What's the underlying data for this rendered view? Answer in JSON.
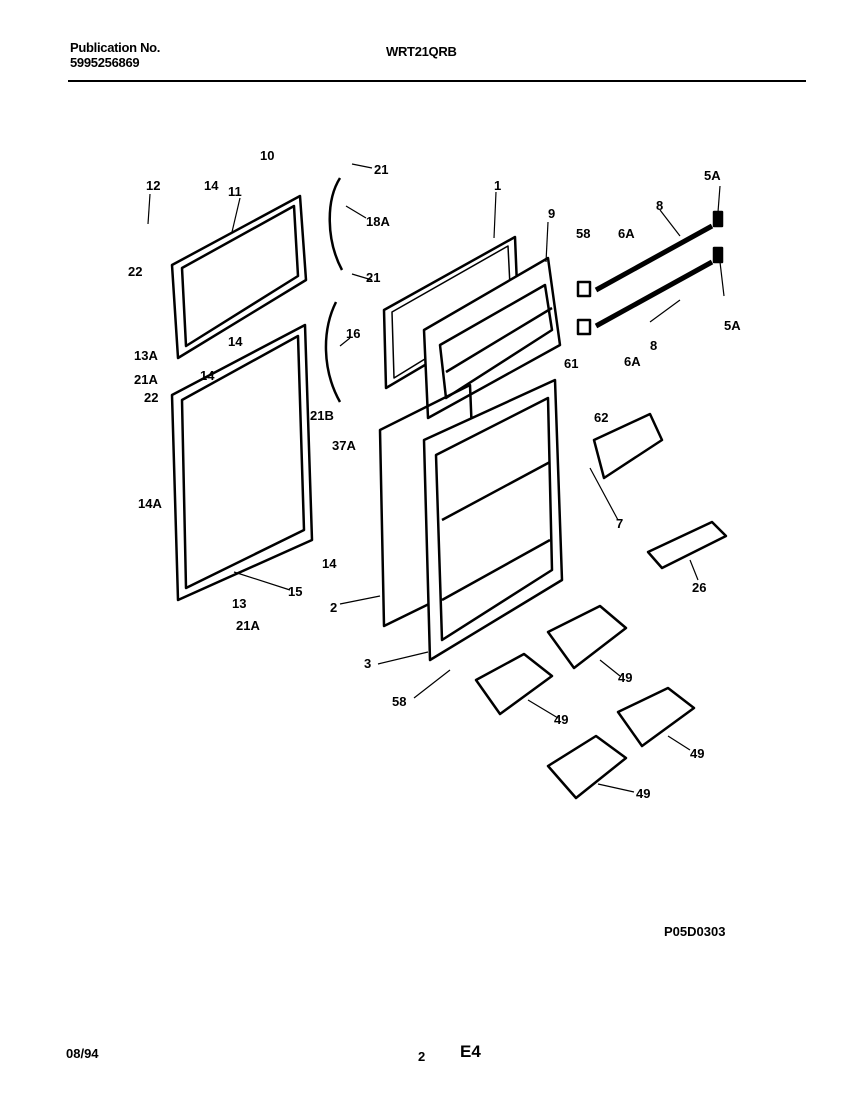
{
  "header": {
    "publication_label": "Publication No.",
    "publication_number": "5995256869",
    "model": "WRT21QRB"
  },
  "diagram": {
    "part_labels": [
      "1",
      "2",
      "3",
      "5A",
      "5A",
      "6A",
      "6A",
      "7",
      "8",
      "8",
      "9",
      "10",
      "11",
      "12",
      "13",
      "13A",
      "14",
      "14",
      "14",
      "14",
      "14A",
      "15",
      "16",
      "18A",
      "21",
      "21",
      "21A",
      "21A",
      "21B",
      "22",
      "22",
      "26",
      "37A",
      "49",
      "49",
      "49",
      "49",
      "58",
      "58",
      "61",
      "62"
    ],
    "code": "P05D0303"
  },
  "footer": {
    "date": "08/94",
    "page": "2",
    "section": "E4"
  }
}
